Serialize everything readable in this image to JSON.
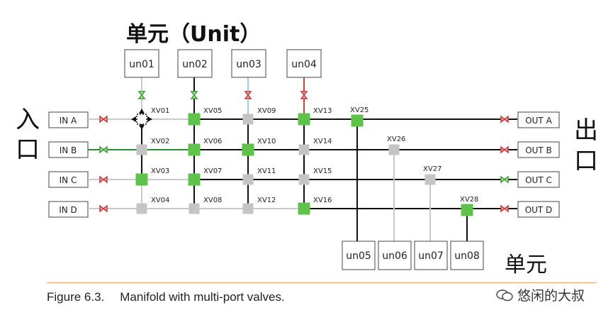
{
  "top_title": "单元（Unit）",
  "left_label": [
    "入",
    "口"
  ],
  "right_label": [
    "出",
    "口"
  ],
  "bottom_label": "单元",
  "top_units": [
    "un01",
    "un02",
    "un03",
    "un04"
  ],
  "bottom_units": [
    "un05",
    "un06",
    "un07",
    "un08"
  ],
  "inlets": [
    "IN A",
    "IN B",
    "IN C",
    "IN D"
  ],
  "outlets": [
    "OUT A",
    "OUT B",
    "OUT C",
    "OUT D"
  ],
  "valves": [
    "XV01",
    "XV02",
    "XV03",
    "XV04",
    "XV05",
    "XV06",
    "XV07",
    "XV08",
    "XV09",
    "XV10",
    "XV11",
    "XV12",
    "XV13",
    "XV14",
    "XV15",
    "XV16"
  ],
  "valve_state": [
    "multi",
    "gray",
    "green",
    "gray",
    "green",
    "green",
    "green",
    "gray",
    "gray",
    "green",
    "gray",
    "gray",
    "green",
    "gray",
    "gray",
    "green"
  ],
  "outlet_valves": [
    "XV25",
    "XV26",
    "XV27",
    "XV28"
  ],
  "outlet_valve_state": [
    "green",
    "gray",
    "gray",
    "green"
  ],
  "inlet_valve_state": [
    "closed",
    "open",
    "closed",
    "closed"
  ],
  "top_valve_state": [
    "open",
    "open",
    "closed",
    "closed"
  ],
  "outlet_check_state": [
    "closed",
    "closed",
    "open",
    "closed"
  ],
  "colors": {
    "green": "#5fc24a",
    "gray": "#c4c4c4",
    "red": "#d04040",
    "line_dark": "#111111",
    "line_light": "#c8c8d8",
    "line_green": "#2e8b2e",
    "box_border": "#444444"
  },
  "caption": {
    "number": "Figure 6.3.",
    "text": "Manifold with multi-port valves."
  },
  "watermark": "悠闲的大叔"
}
